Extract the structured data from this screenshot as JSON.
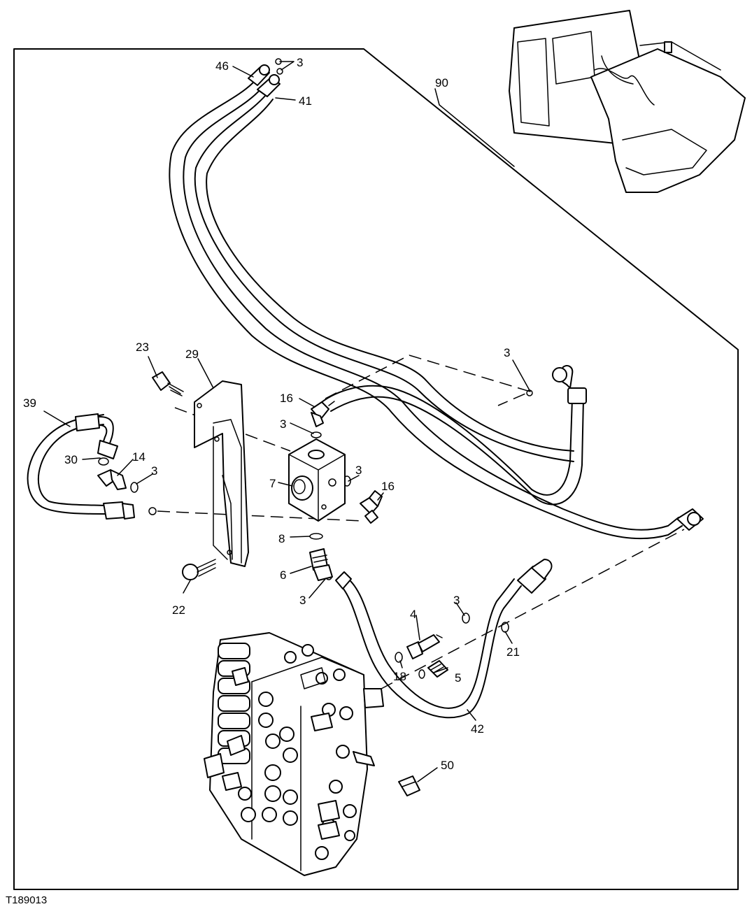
{
  "figure_id": "T189013",
  "callouts": [
    {
      "key": "c46",
      "text": "46"
    },
    {
      "key": "c3_top",
      "text": "3"
    },
    {
      "key": "c41",
      "text": "41"
    },
    {
      "key": "c90",
      "text": "90"
    },
    {
      "key": "c3_right",
      "text": "3"
    },
    {
      "key": "c23",
      "text": "23"
    },
    {
      "key": "c29",
      "text": "29"
    },
    {
      "key": "c16_top",
      "text": "16"
    },
    {
      "key": "c3_blk",
      "text": "3"
    },
    {
      "key": "c39",
      "text": "39"
    },
    {
      "key": "c30",
      "text": "30"
    },
    {
      "key": "c14",
      "text": "14"
    },
    {
      "key": "c3_left",
      "text": "3"
    },
    {
      "key": "c7",
      "text": "7"
    },
    {
      "key": "c3_side",
      "text": "3"
    },
    {
      "key": "c16_side",
      "text": "16"
    },
    {
      "key": "c8",
      "text": "8"
    },
    {
      "key": "c6",
      "text": "6"
    },
    {
      "key": "c3_low",
      "text": "3"
    },
    {
      "key": "c22",
      "text": "22"
    },
    {
      "key": "c3_mid",
      "text": "3"
    },
    {
      "key": "c4",
      "text": "4"
    },
    {
      "key": "c21",
      "text": "21"
    },
    {
      "key": "c18",
      "text": "18"
    },
    {
      "key": "c5",
      "text": "5"
    },
    {
      "key": "c42",
      "text": "42"
    },
    {
      "key": "c50",
      "text": "50"
    }
  ]
}
